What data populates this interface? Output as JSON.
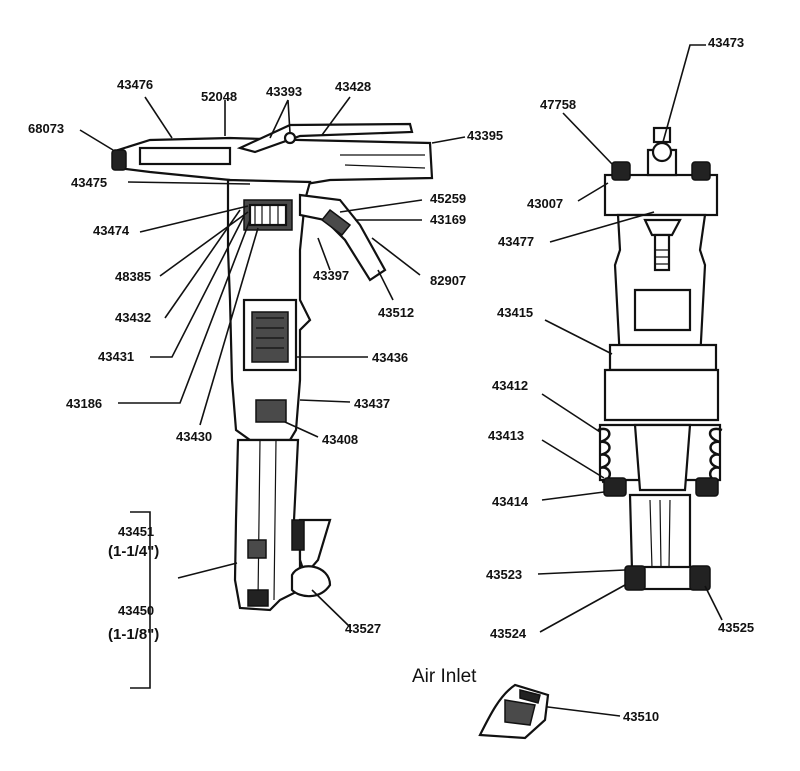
{
  "labels": {
    "p68073": "68073",
    "p43476": "43476",
    "p52048": "52048",
    "p43393": "43393",
    "p43428": "43428",
    "p43395": "43395",
    "p43475": "43475",
    "p45259": "45259",
    "p43169": "43169",
    "p43474": "43474",
    "p48385": "48385",
    "p43397": "43397",
    "p82907": "82907",
    "p43432": "43432",
    "p43512": "43512",
    "p43431": "43431",
    "p43436": "43436",
    "p43186": "43186",
    "p43437": "43437",
    "p43430": "43430",
    "p43408": "43408",
    "p43451": "43451",
    "size_1_1_4": "(1-1/4\")",
    "p43450": "43450",
    "size_1_1_8": "(1-1/8\")",
    "p43527": "43527",
    "p43473": "43473",
    "p47758": "47758",
    "p43007": "43007",
    "p43477": "43477",
    "p43415": "43415",
    "p43412": "43412",
    "p43413": "43413",
    "p43414": "43414",
    "p43523": "43523",
    "p43524": "43524",
    "p43525": "43525",
    "air_inlet": "Air Inlet",
    "p43510": "43510"
  }
}
